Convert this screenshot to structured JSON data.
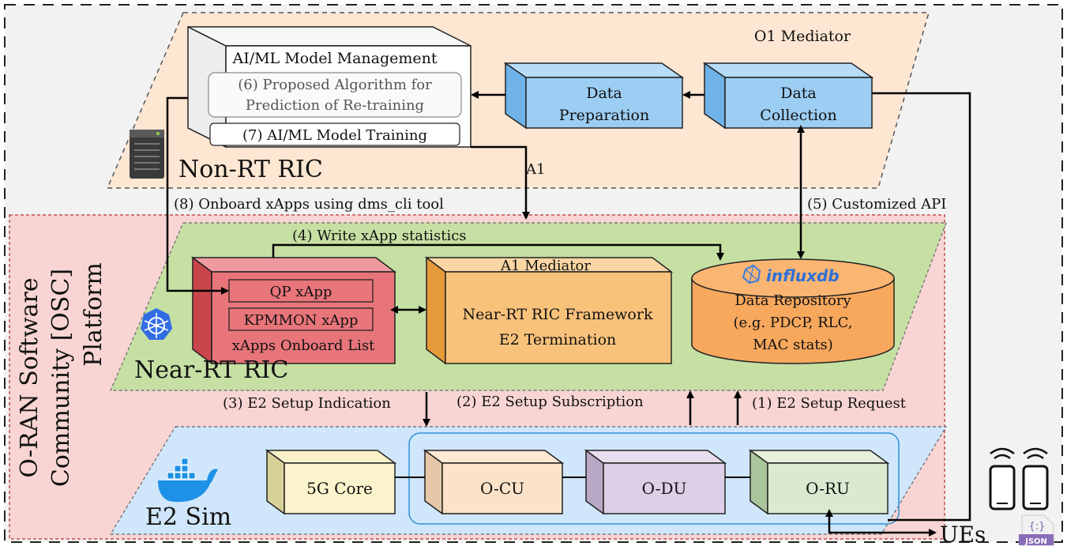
{
  "o1_mediator": "O1 Mediator",
  "non_rt_ric": {
    "title": "Non-RT RIC",
    "model_mgmt": {
      "title": "AI/ML Model Management",
      "algorithm_line1": "(6) Proposed Algorithm for",
      "algorithm_line2": "Prediction of Re-training",
      "training": "(7) AI/ML Model Training"
    },
    "data_preparation": [
      "Data",
      "Preparation"
    ],
    "data_collection": [
      "Data",
      "Collection"
    ]
  },
  "near_rt_ric": {
    "title": "Near-RT RIC",
    "xapps": {
      "qp": "QP xApp",
      "kpmmon": "KPMMON xApp",
      "onboard_list": "xApps Onboard List"
    },
    "framework": {
      "a1_mediator": "A1 Mediator",
      "line1": "Near-RT RIC Framework",
      "line2": "E2 Termination"
    },
    "repository": {
      "logo": "influxdb",
      "line1": "Data Repository",
      "line2": "(e.g. PDCP, RLC,",
      "line3": "MAC stats)"
    }
  },
  "e2_sim": {
    "title": "E2 Sim",
    "core": "5G Core",
    "cu": "O-CU",
    "du": "O-DU",
    "ru": "O-RU"
  },
  "platform_label": [
    "O-RAN Software",
    "Community [OSC]",
    "Platform"
  ],
  "links": {
    "a1": "A1",
    "onboard": "(8) Onboard xApps using dms_cli tool",
    "customized_api": "(5) Customized API",
    "write_stats": "(4) Write xApp statistics",
    "e2_indication": "(3) E2 Setup Indication",
    "e2_subscription": "(2) E2 Setup Subscription",
    "e2_request": "(1) E2 Setup Request"
  },
  "ues": {
    "label": "UEs",
    "json_badge": "JSON",
    "json_glyph": "{:}"
  },
  "colors": {
    "non_rt_bg": "#fde6d2",
    "near_rt_bg": "#c6e0a4",
    "platform_bg": "#f8d5d3",
    "e2_bg": "#cfe6fb",
    "blue_box": "#9ccdf3",
    "red_box": "#e8757a",
    "orange_box": "#f9c27b",
    "db": "#f7a85d"
  }
}
